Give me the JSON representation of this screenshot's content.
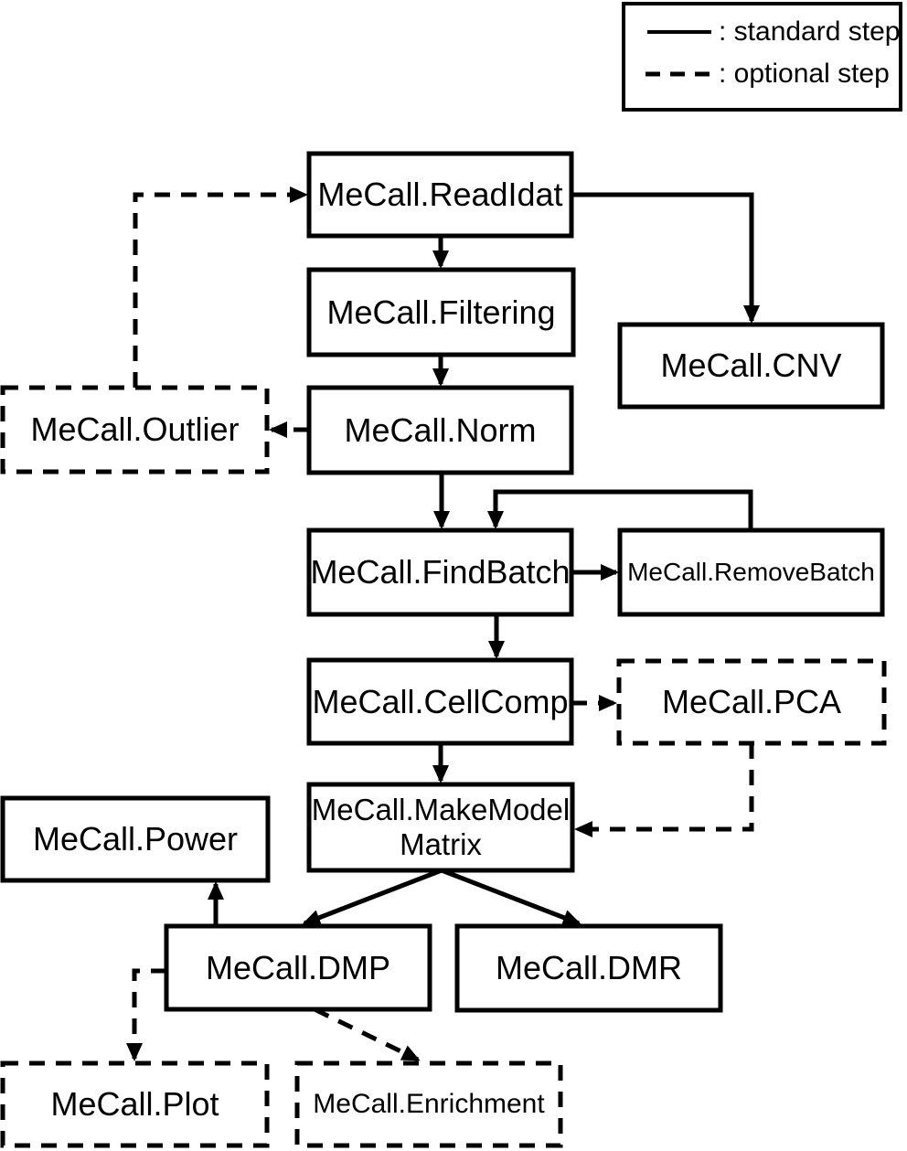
{
  "colors": {
    "foreground": "#000000",
    "background": "#ffffff"
  },
  "legend": {
    "items": [
      {
        "name": "standard-step",
        "line_style": "solid",
        "label": ": standard step"
      },
      {
        "name": "optional-step",
        "line_style": "dashed",
        "label": ": optional step"
      }
    ]
  },
  "nodes": {
    "readidat": {
      "label": "MeCall.ReadIdat",
      "style": "solid"
    },
    "filtering": {
      "label": "MeCall.Filtering",
      "style": "solid"
    },
    "cnv": {
      "label": "MeCall.CNV",
      "style": "solid"
    },
    "outlier": {
      "label": "MeCall.Outlier",
      "style": "dashed"
    },
    "norm": {
      "label": "MeCall.Norm",
      "style": "solid"
    },
    "findbatch": {
      "label": "MeCall.FindBatch",
      "style": "solid"
    },
    "removebatch": {
      "label": "MeCall.RemoveBatch",
      "style": "solid"
    },
    "cellcomp": {
      "label": "MeCall.CellComp",
      "style": "solid"
    },
    "pca": {
      "label": "MeCall.PCA",
      "style": "dashed"
    },
    "makemodelmatrix": {
      "label": "MeCall.MakeModel Matrix",
      "lines": [
        "MeCall.MakeModel",
        "Matrix"
      ],
      "style": "solid"
    },
    "power": {
      "label": "MeCall.Power",
      "style": "solid"
    },
    "dmp": {
      "label": "MeCall.DMP",
      "style": "solid"
    },
    "dmr": {
      "label": "MeCall.DMR",
      "style": "solid"
    },
    "plot": {
      "label": "MeCall.Plot",
      "style": "dashed"
    },
    "enrichment": {
      "label": "MeCall.Enrichment",
      "style": "dashed"
    }
  },
  "edges": [
    {
      "from": "outlier",
      "to": "readidat",
      "style": "dashed"
    },
    {
      "from": "readidat",
      "to": "filtering",
      "style": "solid"
    },
    {
      "from": "readidat",
      "to": "cnv",
      "style": "solid"
    },
    {
      "from": "filtering",
      "to": "norm",
      "style": "solid"
    },
    {
      "from": "norm",
      "to": "outlier",
      "style": "dashed"
    },
    {
      "from": "norm",
      "to": "findbatch",
      "style": "solid"
    },
    {
      "from": "findbatch",
      "to": "removebatch",
      "style": "solid"
    },
    {
      "from": "removebatch",
      "to": "findbatch",
      "style": "solid"
    },
    {
      "from": "findbatch",
      "to": "cellcomp",
      "style": "solid"
    },
    {
      "from": "cellcomp",
      "to": "pca",
      "style": "dashed"
    },
    {
      "from": "cellcomp",
      "to": "makemodelmatrix",
      "style": "solid"
    },
    {
      "from": "pca",
      "to": "makemodelmatrix",
      "style": "dashed"
    },
    {
      "from": "makemodelmatrix",
      "to": "dmp",
      "style": "solid"
    },
    {
      "from": "makemodelmatrix",
      "to": "dmr",
      "style": "solid"
    },
    {
      "from": "dmp",
      "to": "power",
      "style": "solid"
    },
    {
      "from": "dmp",
      "to": "plot",
      "style": "dashed"
    },
    {
      "from": "dmp",
      "to": "enrichment",
      "style": "dashed"
    }
  ]
}
